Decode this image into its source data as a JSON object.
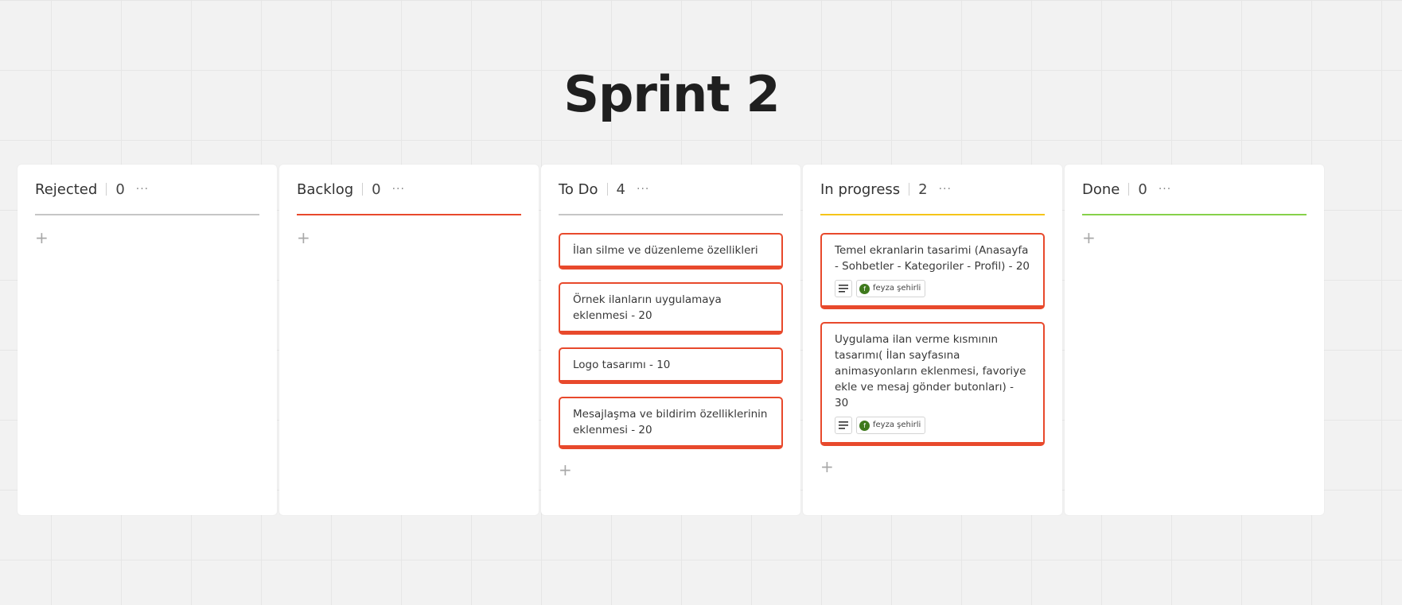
{
  "board": {
    "title": "Sprint 2"
  },
  "colors": {
    "card_border": "#e8492c",
    "rejected_line": "#c6c6c6",
    "backlog_line": "#e8492c",
    "todo_line": "#c6c6c6",
    "inprogress_line": "#f5c518",
    "done_line": "#86d14a"
  },
  "columns": [
    {
      "name": "Rejected",
      "count": "0",
      "menu": "···",
      "add": "+",
      "cards": []
    },
    {
      "name": "Backlog",
      "count": "0",
      "menu": "···",
      "add": "+",
      "cards": []
    },
    {
      "name": "To Do",
      "count": "4",
      "menu": "···",
      "add": "+",
      "cards": [
        {
          "title": "İlan silme ve düzenleme özellikleri"
        },
        {
          "title": "Örnek ilanların uygulamaya eklenmesi - 20"
        },
        {
          "title": "Logo tasarımı - 10"
        },
        {
          "title": "Mesajlaşma ve bildirim özelliklerinin eklenmesi - 20"
        }
      ]
    },
    {
      "name": "In progress",
      "count": "2",
      "menu": "···",
      "add": "+",
      "cards": [
        {
          "title": "Temel ekranlarin tasarimi (Anasayfa - Sohbetler - Kategoriler - Profil) - 20",
          "assignee_initial": "f",
          "assignee": "feyza şehirli",
          "icon": "description-icon"
        },
        {
          "title": "Uygulama ilan verme kısmının tasarımı( İlan sayfasına animasyonların eklenmesi, favoriye ekle ve mesaj gönder butonları) - 30",
          "assignee_initial": "f",
          "assignee": "feyza şehirli",
          "icon": "description-icon"
        }
      ]
    },
    {
      "name": "Done",
      "count": "0",
      "menu": "···",
      "add": "+",
      "cards": []
    }
  ]
}
